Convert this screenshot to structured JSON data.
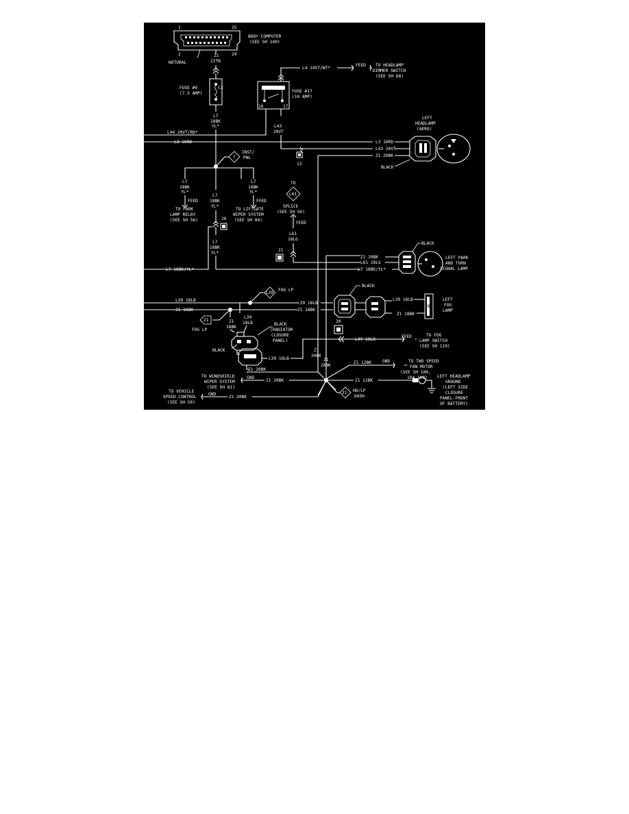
{
  "diagram": {
    "body_computer": {
      "pin_first": "1",
      "pin_last": "25",
      "pin_bottom_left": "2",
      "pin_bottom_right": "24",
      "pin_z1": "Z1",
      "wire": "22TN",
      "tag_natural": "NATURAL",
      "label1": "BODY COMPUTER",
      "label2": "(SEE SH 140)"
    },
    "fuse9": {
      "label1": "FUSE #9",
      "label2": "(7.5 AMP)",
      "pin": "C3"
    },
    "fuse17": {
      "label1": "FUSE #17",
      "label2": "(10 AMP)",
      "pin_left": "16",
      "pin_right": "17"
    },
    "feed_dimmer": {
      "wire": "L4 14VT/WT*",
      "feed": "FEED",
      "label1": "TO HEADLAMP",
      "label2": "DIMMER SWITCH",
      "label3": "(SEE SH 68)"
    },
    "l7_a": {
      "line1": "L7",
      "line2": "18BK",
      "line3": "YL*"
    },
    "l43": {
      "line1": "L43",
      "line2": "20VT"
    },
    "left_headlamp": {
      "label1": "LEFT",
      "label2": "HEADLAMP",
      "label3": "(AERO)",
      "w1": "L3 16RD",
      "w2": "L43 20VT",
      "w3": "Z1 20BK",
      "color": "BLACK"
    },
    "bus": {
      "l44": "L44 20VT/RD*",
      "l3": "L3 16RD"
    },
    "conn13": "13",
    "inst_pnl": {
      "num": "7",
      "line1": "INST/",
      "line2": "PNL"
    },
    "park_relay": {
      "w1": "L7",
      "w2": "18BK",
      "w3": "YL*",
      "feed": "FEED",
      "label1": "TO PARK",
      "label2": "LAMP RELAY",
      "label3": "(SEE SH 56)"
    },
    "l7_center": {
      "line1": "L7",
      "line2": "18BK",
      "line3": "YL*"
    },
    "liftgate": {
      "w1": "L7",
      "w2": "18BK",
      "w3": "YL*",
      "feed": "FEED",
      "label1": "TO LIFTGATE",
      "label2": "WIPER SYSTEM",
      "label3": "(SEE SH 84)"
    },
    "splice": {
      "to": "TO",
      "code": "L61",
      "label1": "SPLICE",
      "label2": "(SEE SH 56)",
      "feed": "FEED",
      "w1": "L61",
      "w2": "18LG"
    },
    "conn26": "26",
    "l7_b": {
      "line1": "L7",
      "line2": "18BK",
      "line3": "YL*"
    },
    "conn21": "21",
    "park_turn": {
      "w1": "Z1 20BK",
      "w2": "L61 18LG",
      "w3": "L7 18BK/YL*",
      "color": "BLACK",
      "label1": "LEFT PARK",
      "label2": "AND TURN",
      "label3": "SIGNAL LAMP"
    },
    "bus_l7": "L7 18BK/YL*",
    "fog_bus": {
      "l39": "L39 18LB",
      "z1": "Z1 18BK",
      "fog_num": "L39",
      "fog_lp": "FOG LP"
    },
    "fog_conn": {
      "color": "BLACK",
      "w1": "L39 18LB",
      "w2": "Z1 18BK"
    },
    "left_fog": {
      "w1": "L39 18LB",
      "w2": "Z1 18BK",
      "label1": "LEFT",
      "label2": "FOG",
      "label3": "LAMP",
      "pin": "B"
    },
    "fog_lp_left": {
      "code": "Z1",
      "label": "FOG LP"
    },
    "radiator": {
      "z1_1": "Z1",
      "z1_2": "18BK",
      "l39_1": "L39",
      "l39_2": "18LB",
      "label1": "BLACK",
      "label2": "(RADIATOR",
      "label3": "CLOSURE",
      "label4": "PANEL)"
    },
    "conn20": "20",
    "fog_switch": {
      "wire": "L39 18LB",
      "feed": "FEED",
      "label1": "TO FOG",
      "label2": "LAMP SWITCH",
      "label3": "(SEE SH 119)"
    },
    "black_conn": {
      "color": "BLACK",
      "wire": "L39 18LB"
    },
    "ground_wires": {
      "v1_1": "Z1",
      "v1_2": "20BK",
      "v2_1": "Z1",
      "v2_2": "20BK"
    },
    "fan": {
      "wire": "Z1 12BK",
      "gnd": "GND",
      "label1": "TO TWO SPEED",
      "label2": "FAN MOTOR",
      "label3": "(SEE SH 100,",
      "label4": "104,108)"
    },
    "z1_20bk_bus": "Z1 20BK",
    "windshield": {
      "label1": "TO WINDSHIELD",
      "label2": "WIPER SYSTEM",
      "label3": "(SEE SH 81)",
      "gnd": "GND",
      "wire": "Z1 20BK"
    },
    "ground": {
      "wire": "Z1 12BK",
      "label1": "LEFT HEADLAMP",
      "label2": "GROUND",
      "label3": "(LEFT SIDE",
      "label4": "CLOSURE",
      "label5": "PANEL-FRONT",
      "label6": "OF BATTERY)"
    },
    "speed": {
      "label1": "TO VEHICLE",
      "label2": "SPEED CONTROL",
      "label3": "(SEE SH 50)",
      "gnd": "GND",
      "wire": "Z1 20BK"
    },
    "hd_lp": {
      "num": "21",
      "line1": "HD/LP",
      "line2": "DASH"
    }
  }
}
